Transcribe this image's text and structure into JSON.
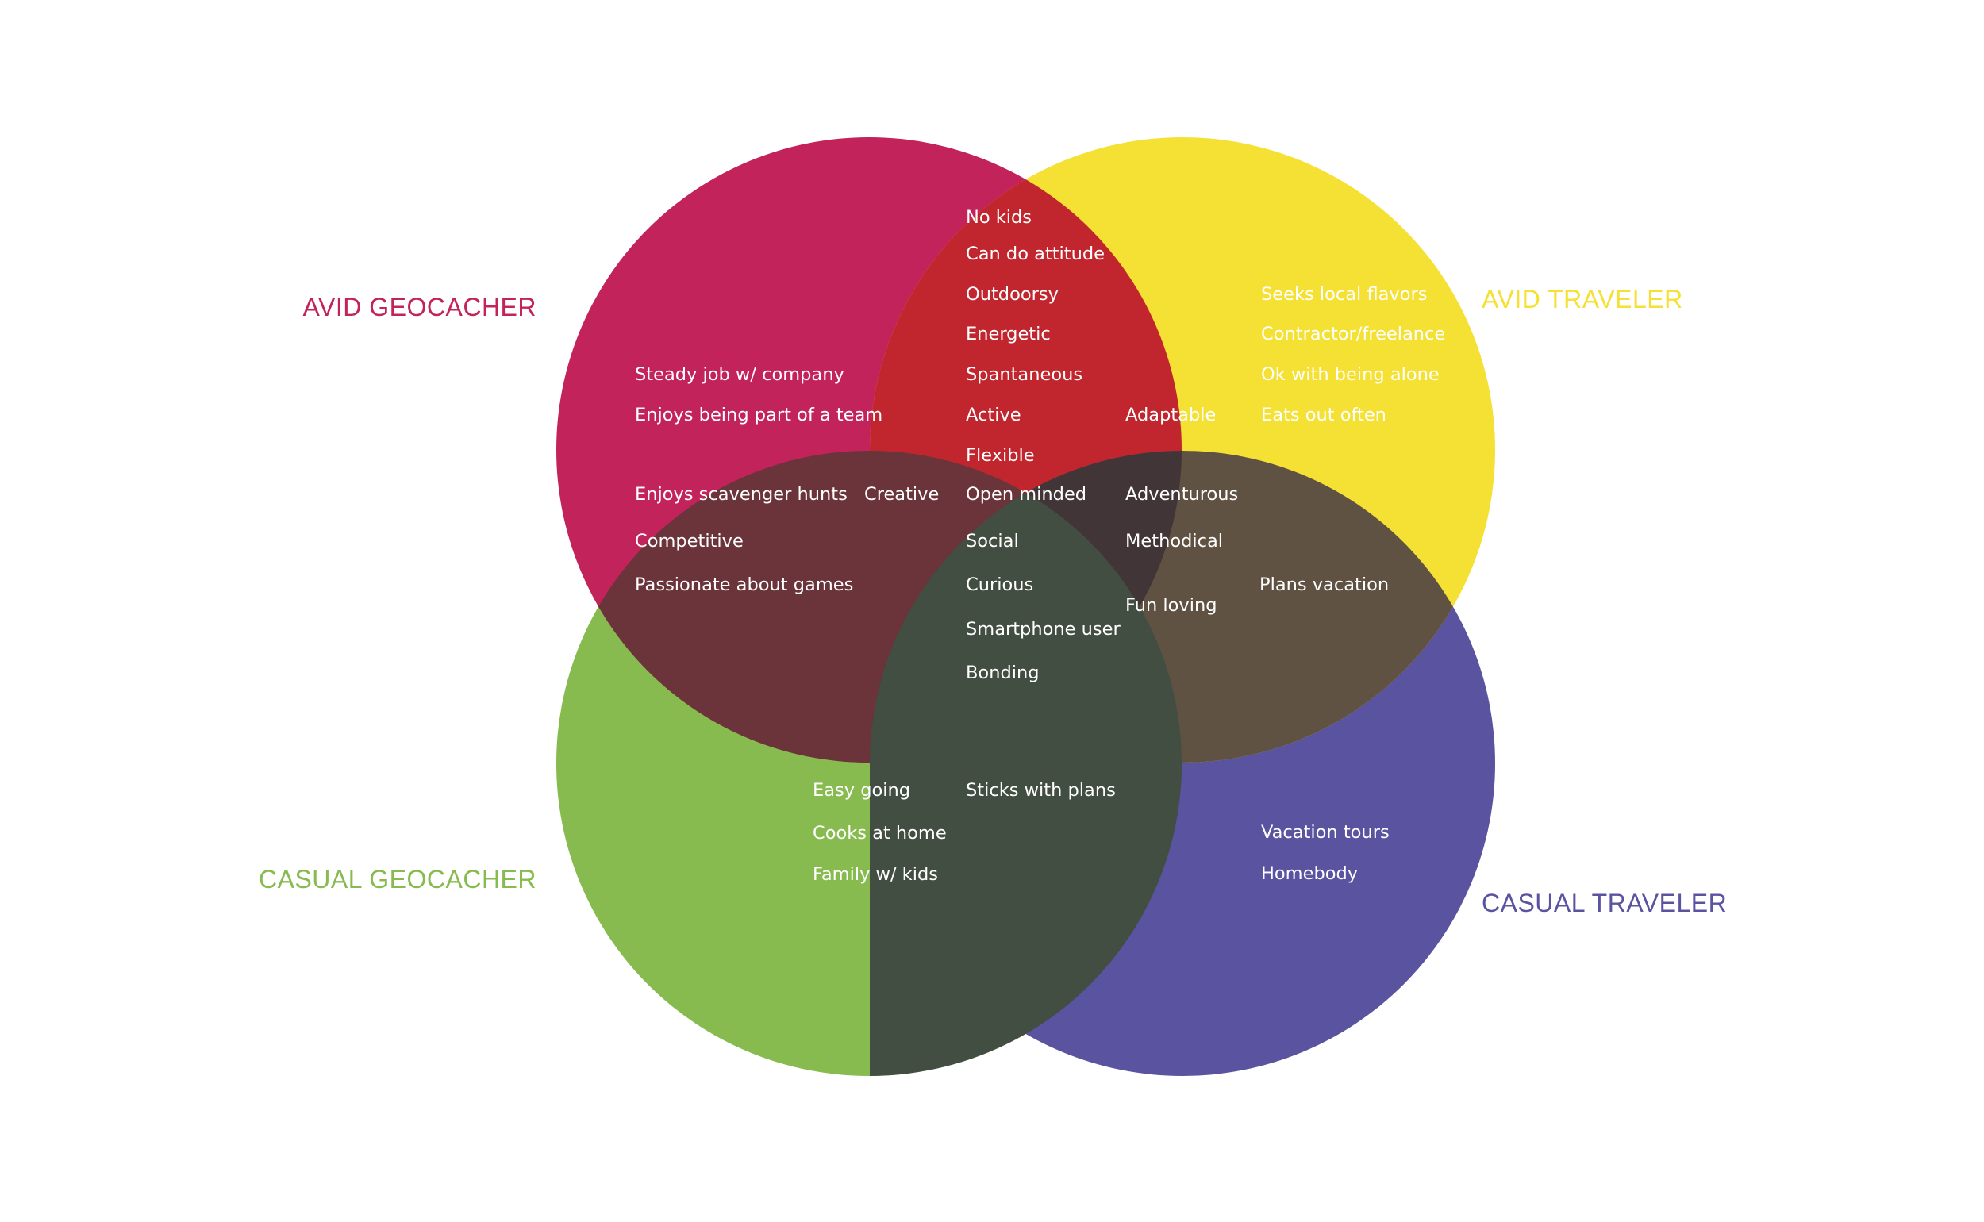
{
  "sets": [
    {
      "id": "avid-geocacher",
      "label": "AVID GEOCACHER",
      "color": "#C2235A"
    },
    {
      "id": "avid-traveler",
      "label": "AVID TRAVELER",
      "color": "#F5E034"
    },
    {
      "id": "casual-geocacher",
      "label": "CASUAL GEOCACHER",
      "color": "#87BB4F"
    },
    {
      "id": "casual-traveler",
      "label": "CASUAL TRAVELER",
      "color": "#5A53A0"
    }
  ],
  "overlap_colors": {
    "geocacher_x_avid_traveler": "#C1262E",
    "avid_x_casual_geocacher": "#6B343A",
    "avid_traveler_x_casual_traveler": "#605242",
    "geocacher_x_casual_traveler": "#433F45",
    "avid_geocacher_x_casual_traveler_core": "#423538",
    "casual_geocacher_x_casual_traveler": "#434E42"
  },
  "traits": {
    "no_kids": "No kids",
    "can_do_attitude": "Can do attitude",
    "outdoorsy": "Outdoorsy",
    "energetic": "Energetic",
    "spontaneous": "Spantaneous",
    "active": "Active",
    "flexible": "Flexible",
    "adaptable": "Adaptable",
    "seeks_local_flavors": "Seeks local flavors",
    "contractor_freelance": "Contractor/freelance",
    "ok_alone": "Ok with being alone",
    "eats_out": "Eats out often",
    "steady_job": "Steady job w/ company",
    "team": "Enjoys being part of a team",
    "scavenger": "Enjoys scavenger hunts",
    "creative": "Creative",
    "competitive": "Competitive",
    "games": "Passionate about games",
    "open_minded": "Open minded",
    "adventurous": "Adventurous",
    "social": "Social",
    "methodical": "Methodical",
    "curious": "Curious",
    "plans_vacation": "Plans vacation",
    "fun_loving": "Fun loving",
    "smartphone": "Smartphone user",
    "bonding": "Bonding",
    "easy_going": "Easy going",
    "sticks_plans": "Sticks with plans",
    "cooks_home": "Cooks at home",
    "family_kids": "Family w/ kids",
    "vacation_tours": "Vacation tours",
    "homebody": "Homebody"
  }
}
